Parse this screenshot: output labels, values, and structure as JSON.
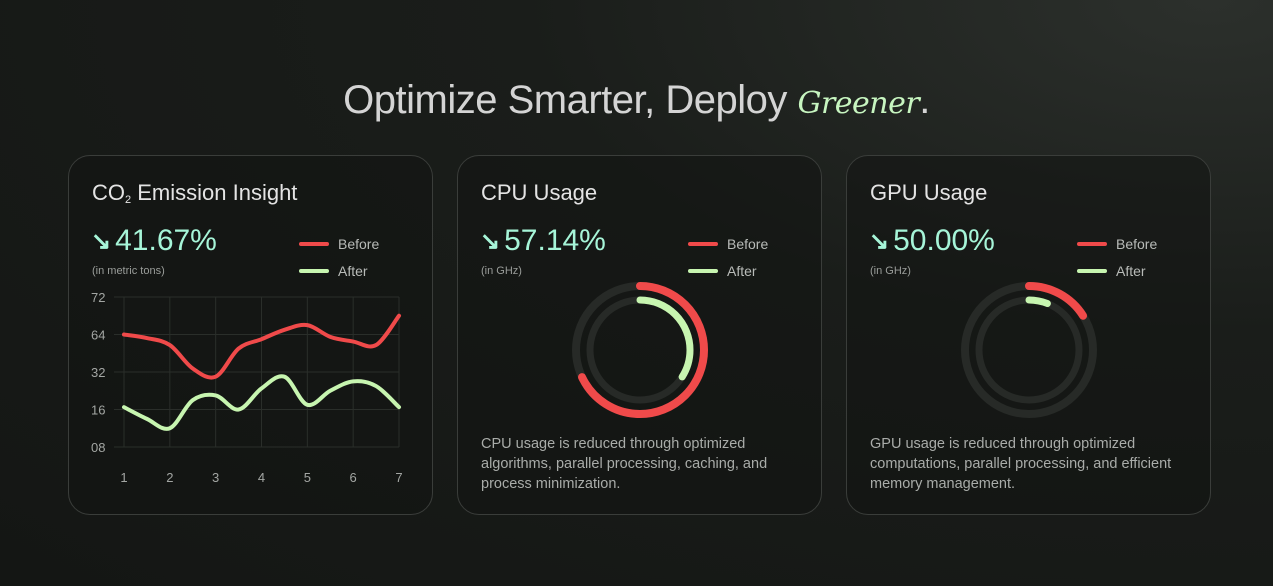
{
  "headline": {
    "main": "Optimize Smarter, Deploy ",
    "accent": "Greener",
    "end": "."
  },
  "colors": {
    "before": "#f04a4a",
    "after": "#c7f5b0",
    "metric": "#a6f5d8"
  },
  "legend": {
    "before": "Before",
    "after": "After"
  },
  "cards": {
    "co2": {
      "title_prefix": "CO",
      "title_sub": "2",
      "title_suffix": " Emission Insight",
      "arrow_icon": "↘",
      "metric": "41.67%",
      "unit": "(in metric tons)"
    },
    "cpu": {
      "title": "CPU Usage",
      "arrow_icon": "↘",
      "metric": "57.14%",
      "unit": "(in GHz)",
      "before_fraction": 0.68,
      "after_fraction": 0.34,
      "description": "CPU usage is reduced through optimized algorithms, parallel processing, caching, and process minimization."
    },
    "gpu": {
      "title": "GPU Usage",
      "arrow_icon": "↘",
      "metric": "50.00%",
      "unit": "(in GHz)",
      "before_fraction": 0.16,
      "after_fraction": 0.06,
      "description": "GPU usage is reduced through optimized computations, parallel processing, and efficient memory management."
    }
  },
  "chart_data": {
    "type": "line",
    "x": [
      1,
      1.5,
      2,
      2.5,
      3,
      3.5,
      4,
      4.5,
      5,
      5.5,
      6,
      6.5,
      7
    ],
    "x_ticks": [
      "1",
      "2",
      "3",
      "4",
      "5",
      "6",
      "7"
    ],
    "y_ticks": [
      "72",
      "64",
      "32",
      "16",
      "08"
    ],
    "series": [
      {
        "name": "Before",
        "values": [
          64,
          61,
          55,
          35,
          30,
          52,
          60,
          65,
          66,
          62,
          58,
          55,
          68
        ]
      },
      {
        "name": "After",
        "values": [
          17,
          14,
          12,
          20,
          22,
          16,
          25,
          30,
          18,
          24,
          28,
          26,
          17
        ]
      }
    ],
    "grid": true
  }
}
